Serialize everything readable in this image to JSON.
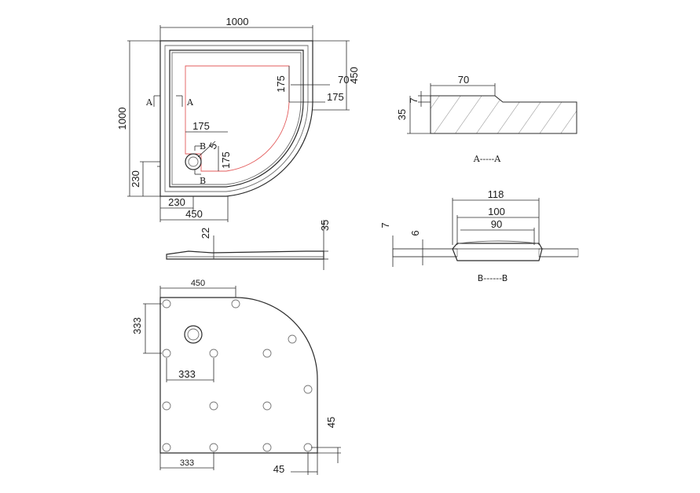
{
  "top_view": {
    "width": "1000",
    "height": "1000",
    "radius": "450",
    "rim_inner": "70",
    "rim_a": "175",
    "rim_b": "175",
    "channel": "175",
    "drain_rim": "175",
    "drain_r": "5",
    "drain_x": "230",
    "drain_y": "230",
    "arc_w": "450",
    "section_a_left": "A",
    "section_a_right": "A",
    "section_b_top": "B",
    "section_b_bottom": "B"
  },
  "side_view": {
    "thickness": "22",
    "height": "35"
  },
  "bottom_view": {
    "width": "450",
    "height": "333",
    "foot_x": "333",
    "foot_x2": "333",
    "edge_v": "45",
    "edge_h": "45"
  },
  "section_aa": {
    "width": "70",
    "step": "7",
    "height": "35",
    "label": "A-----A"
  },
  "section_bb": {
    "outer": "118",
    "middle": "100",
    "inner": "90",
    "left_h": "7",
    "inner_h": "6",
    "label": "B------B"
  }
}
